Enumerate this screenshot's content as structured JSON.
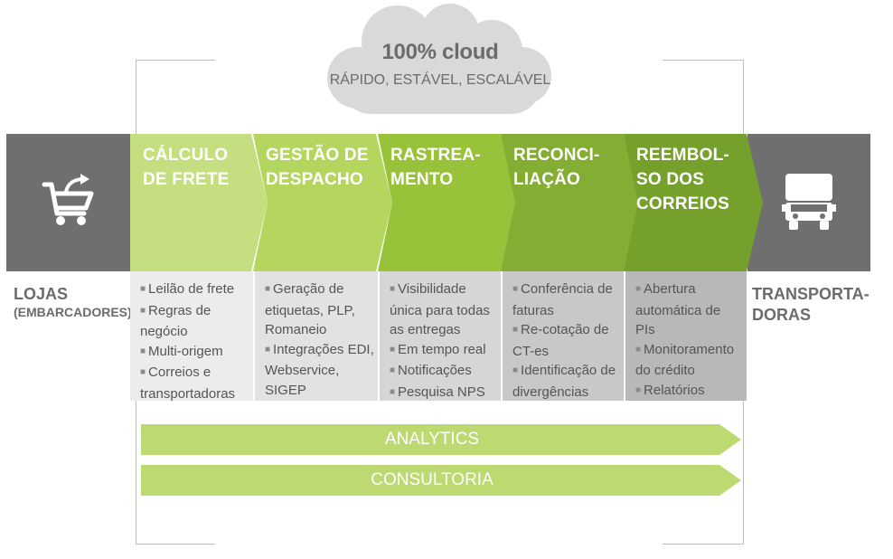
{
  "cloud": {
    "title": "100% cloud",
    "subtitle": "RÁPIDO, ESTÁVEL, ESCALÁVEL"
  },
  "stores": {
    "icon": "shopping-cart-icon",
    "label_line1": "LOJAS",
    "label_line2": "(EMBARCADORES)"
  },
  "carriers": {
    "icon": "truck-icon",
    "label_line1": "TRANSPORTA-",
    "label_line2": "DORAS"
  },
  "stages": [
    {
      "title_lines": [
        "CÁLCULO",
        "DE FRETE"
      ],
      "items": [
        "Leilão de frete",
        "Regras de negócio",
        "Multi-origem",
        "Correios e transportadoras"
      ]
    },
    {
      "title_lines": [
        "GESTÃO DE",
        "DESPACHO"
      ],
      "items": [
        "Geração de etiquetas, PLP, Romaneio",
        "Integrações EDI, Webservice, SIGEP"
      ]
    },
    {
      "title_lines": [
        "RASTREA-",
        "MENTO"
      ],
      "items": [
        "Visibilidade única para todas as entregas",
        "Em tempo real",
        "Notificações",
        "Pesquisa NPS"
      ]
    },
    {
      "title_lines": [
        "RECONCI-",
        "LIAÇÃO"
      ],
      "items": [
        "Conferência de faturas",
        "Re-cotação de CT-es",
        "Identificação de divergências"
      ]
    },
    {
      "title_lines": [
        "REEMBOL-",
        "SO DOS",
        "CORREIOS"
      ],
      "items": [
        "Abertura automática de PIs",
        "Monitoramento do crédito",
        "Relatórios"
      ]
    }
  ],
  "bars": {
    "analytics": "ANALYTICS",
    "consultoria": "CONSULTORIA"
  },
  "colors": {
    "dark_gray": "#6f6f6f",
    "stage1": "#c5df80",
    "stage2": "#b4d65e",
    "stage3": "#99c23b",
    "stage4": "#84ad33",
    "stage5": "#75a02c",
    "bar": "#bcd972"
  }
}
